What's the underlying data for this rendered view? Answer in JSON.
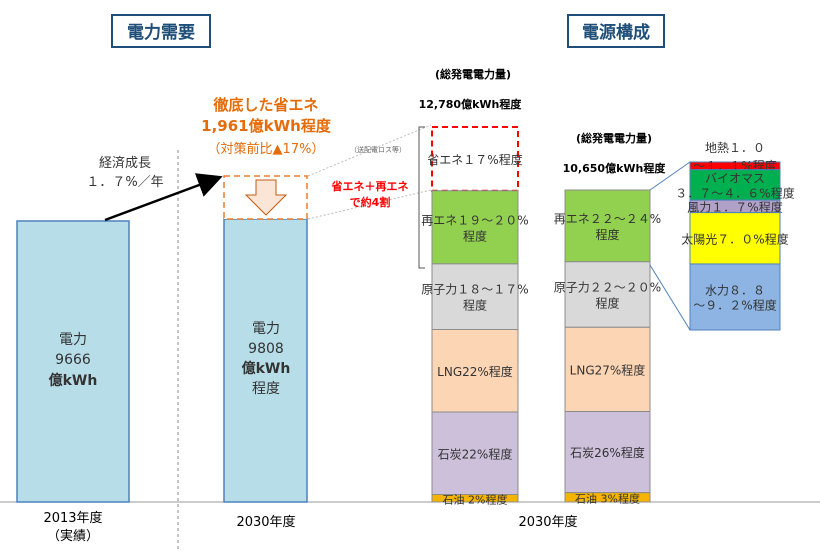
{
  "headers": {
    "demand": "電力需要",
    "supply": "電源構成"
  },
  "demand": {
    "bar2013": {
      "line1": "電力",
      "line2": "9666",
      "line3": "億kWh",
      "value": 9666
    },
    "bar2030": {
      "line1": "電力",
      "line2": "9808",
      "line3": "億kWh",
      "line4": "程度",
      "value": 9808
    },
    "growth": {
      "line1": "経済成長",
      "line2": "１．７%／年"
    },
    "saving": {
      "line1": "徹底した省エネ",
      "line2": "1,961億kWh程度",
      "line3": "（対策前比▲17%）",
      "value": 1961
    },
    "xlabels": {
      "y2013_line1": "2013年度",
      "y2013_line2": "（実績）",
      "y2030": "2030年度"
    }
  },
  "supply": {
    "xlabel": "2030年度",
    "side_note": "（送配電ロス等）",
    "combined_note": {
      "line1": "省エネ＋再エネ",
      "line2": "で約4割"
    },
    "col1": {
      "total_label": "(総発電電力量)",
      "total_value": "12,780億kWh程度",
      "total": 12780,
      "segments": [
        {
          "label": "省エネ１７%程度",
          "value": 17,
          "color": "#ffffff",
          "style": "dashed"
        },
        {
          "label": "再エネ１９～２０%程度",
          "line1": "再エネ１９～２０%",
          "line2": "程度",
          "value": 19.5,
          "color": "#92d050"
        },
        {
          "label": "原子力１８～１７%程度",
          "line1": "原子力１８～１７%",
          "line2": "程度",
          "value": 17.5,
          "color": "#d9d9d9"
        },
        {
          "label": "LNG22%程度",
          "value": 22,
          "color": "#fcd5b4"
        },
        {
          "label": "石炭22%程度",
          "value": 22,
          "color": "#ccc0da"
        },
        {
          "label": "石油 2%程度",
          "value": 2,
          "color": "#f4b400"
        }
      ]
    },
    "col2": {
      "total_label": "(総発電電力量)",
      "total_value": "10,650億kWh程度",
      "total": 10650,
      "segments": [
        {
          "label": "再エネ２２～２４%程度",
          "line1": "再エネ２２～２４%",
          "line2": "程度",
          "value": 23,
          "color": "#92d050"
        },
        {
          "label": "原子力２２～２０%程度",
          "line1": "原子力２２～２０%",
          "line2": "程度",
          "value": 21,
          "color": "#d9d9d9"
        },
        {
          "label": "LNG27%程度",
          "value": 27,
          "color": "#fcd5b4"
        },
        {
          "label": "石炭26%程度",
          "value": 26,
          "color": "#ccc0da"
        },
        {
          "label": "石油 3%程度",
          "value": 3,
          "color": "#f4b400"
        }
      ]
    },
    "breakdown": [
      {
        "line1": "地熱１．０",
        "line2": "～１．１%程度",
        "value": 1.05,
        "color": "#ff0000"
      },
      {
        "line1": "バイオマス",
        "line2": "３．７～４．６%程度",
        "value": 4.15,
        "color": "#00b050"
      },
      {
        "line1": "風力１．７%程度",
        "value": 1.7,
        "color": "#b1a0c7"
      },
      {
        "line1": "太陽光７．０%程度",
        "value": 7.0,
        "color": "#ffff00"
      },
      {
        "line1": "水力８．８",
        "line2": "～９．２%程度",
        "value": 9.0,
        "color": "#8db4e2"
      }
    ]
  },
  "chart_data": {
    "type": "bar",
    "title": "",
    "groups": [
      {
        "name": "電力需要",
        "categories": [
          "2013年度",
          "2030年度"
        ],
        "values": [
          9666,
          9808
        ],
        "unit": "億kWh"
      },
      {
        "name": "電源構成 2030年度 (総発電電力量 12,780億kWh程度)",
        "series": [
          {
            "name": "省エネ",
            "value": 17
          },
          {
            "name": "再エネ",
            "value": 19.5
          },
          {
            "name": "原子力",
            "value": 17.5
          },
          {
            "name": "LNG",
            "value": 22
          },
          {
            "name": "石炭",
            "value": 22
          },
          {
            "name": "石油",
            "value": 2
          }
        ]
      },
      {
        "name": "電源構成 2030年度 (総発電電力量 10,650億kWh程度)",
        "series": [
          {
            "name": "再エネ",
            "value": 23
          },
          {
            "name": "原子力",
            "value": 21
          },
          {
            "name": "LNG",
            "value": 27
          },
          {
            "name": "石炭",
            "value": 26
          },
          {
            "name": "石油",
            "value": 3
          }
        ]
      },
      {
        "name": "再エネ内訳",
        "series": [
          {
            "name": "地熱",
            "value": 1.05
          },
          {
            "name": "バイオマス",
            "value": 4.15
          },
          {
            "name": "風力",
            "value": 1.7
          },
          {
            "name": "太陽光",
            "value": 7.0
          },
          {
            "name": "水力",
            "value": 9.0
          }
        ]
      }
    ]
  }
}
